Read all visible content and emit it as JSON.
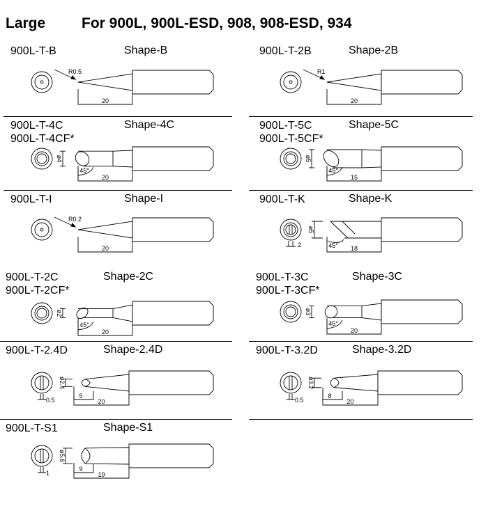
{
  "header": {
    "size": "Large",
    "models": "For 900L, 900L-ESD, 908, 908-ESD, 934"
  },
  "tips": [
    {
      "codes": [
        "900L-T-B"
      ],
      "shape": "Shape-B",
      "kind": "cone",
      "radius": "R0.5",
      "length": "20"
    },
    {
      "codes": [
        "900L-T-2B"
      ],
      "shape": "Shape-2B",
      "kind": "cone",
      "radius": "R1",
      "length": "20"
    },
    {
      "codes": [
        "900L-T-4C",
        "900L-T-4CF*"
      ],
      "shape": "Shape-4C",
      "kind": "bevel",
      "diameter": "ø4",
      "angle": "45°",
      "length": "20"
    },
    {
      "codes": [
        "900L-T-5C",
        "900L-T-5CF*"
      ],
      "shape": "Shape-5C",
      "kind": "bevel",
      "diameter": "ø5",
      "angle": "45°",
      "length": "15"
    },
    {
      "codes": [
        "900L-T-I"
      ],
      "shape": "Shape-I",
      "kind": "cone",
      "radius": "R0.2",
      "length": "20"
    },
    {
      "codes": [
        "900L-T-K"
      ],
      "shape": "Shape-K",
      "kind": "knife",
      "diameter": "ø5",
      "width": "2",
      "angle": "45°",
      "length": "18"
    },
    {
      "codes": [
        "900L-T-2C",
        "900L-T-2CF*"
      ],
      "shape": "Shape-2C",
      "kind": "bevel",
      "diameter": "ø2",
      "angle": "45°",
      "length": "20"
    },
    {
      "codes": [
        "900L-T-3C",
        "900L-T-3CF*"
      ],
      "shape": "Shape-3C",
      "kind": "bevel",
      "diameter": "ø3",
      "angle": "45°",
      "length": "20"
    },
    {
      "codes": [
        "900L-T-2.4D"
      ],
      "shape": "Shape-2.4D",
      "kind": "chisel",
      "diameter": "ø2.4",
      "width": "0.5",
      "flat": "5",
      "length": "20"
    },
    {
      "codes": [
        "900L-T-3.2D"
      ],
      "shape": "Shape-3.2D",
      "kind": "chisel",
      "diameter": "ø3.2",
      "width": "0.5",
      "flat": "8",
      "length": "20"
    },
    {
      "codes": [
        "900L-T-S1"
      ],
      "shape": "Shape-S1",
      "kind": "chisel",
      "diameter": "ø5.6",
      "width": "1",
      "flat": "9",
      "length": "19"
    }
  ]
}
